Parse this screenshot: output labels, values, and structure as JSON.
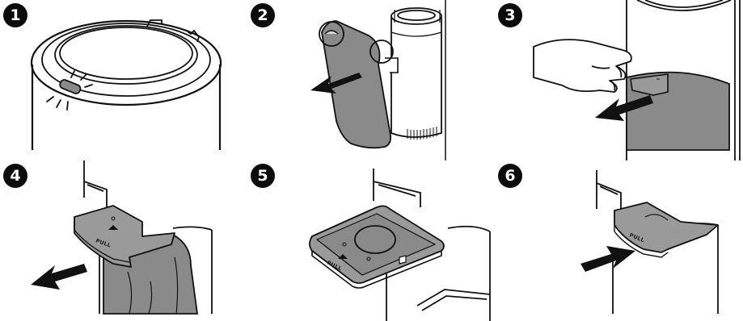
{
  "steps": [
    {
      "number": "1"
    },
    {
      "number": "2"
    },
    {
      "number": "3"
    },
    {
      "number": "4",
      "tab_label": "PULL"
    },
    {
      "number": "5",
      "tab_label": "PULL"
    },
    {
      "number": "6",
      "tab_label": "PULL"
    }
  ],
  "colors": {
    "outline": "#111111",
    "bag_gray": "#8a8a8a",
    "tab_gray": "#9a9a9a",
    "badge": "#0c0c0c"
  },
  "icons": [
    "arrow-pull-icon",
    "arrow-push-icon",
    "highlight-circle-icon",
    "ring-indicator-icon"
  ]
}
